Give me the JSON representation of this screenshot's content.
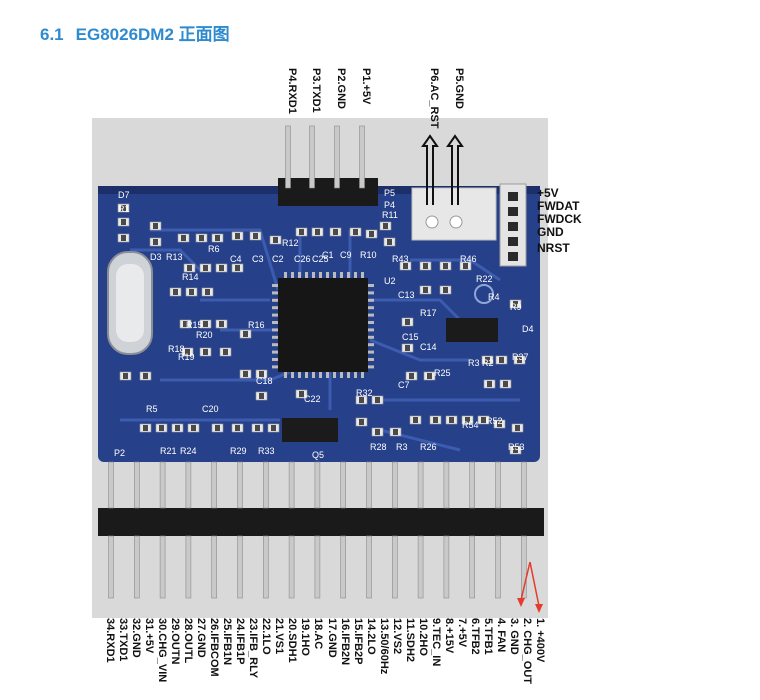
{
  "heading": {
    "number": "6.1",
    "title": "EG8026DM2 正面图"
  },
  "top_header_labels": [
    "P4.RXD1",
    "P3.TXD1",
    "P2.GND",
    "P1.+5V",
    "P6.AC_RST",
    "P5.GND"
  ],
  "side_labels": [
    "+5V",
    "FWDAT",
    "FWDCK",
    "GND",
    "NRST"
  ],
  "bottom_pin_labels": [
    "34.RXD1",
    "33.TXD1",
    "32.GND",
    "31.+5V",
    "30.CHG_VIN",
    "29.OUTN",
    "28.OUTL",
    "27.GND",
    "26.IFBCOM",
    "25.IFB1N",
    "24.IFB1P",
    "23.IFB_RLY",
    "22.1LO",
    "21.VS1",
    "20.SDH1",
    "19.1HO",
    "18.AC",
    "17.GND",
    "16.IFB2N",
    "15.IFB2P",
    "14.2LO",
    "13.50/60Hz",
    "12.VS2",
    "11.SDH2",
    "10.2HO",
    "9.TEC_IN",
    "8.+15V",
    "7.+5V",
    "6.TFB2",
    "5.TFB1",
    "4. FAN",
    "3. GND",
    "2. CHG_OUT",
    "1. +400V"
  ],
  "silkscreen": [
    "D7",
    "R1",
    "D3",
    "R13",
    "R14",
    "R6",
    "C4",
    "C3",
    "C2",
    "R12",
    "C26",
    "C25",
    "C1",
    "C9",
    "R10",
    "R11",
    "P5",
    "P4",
    "R43",
    "R46",
    "R22",
    "R17",
    "R9",
    "C13",
    "C15",
    "C14",
    "D4",
    "R15",
    "R16",
    "R20",
    "R18",
    "R19",
    "C18",
    "R2",
    "R3",
    "R37",
    "C7",
    "R25",
    "C22",
    "R32",
    "R5",
    "C20",
    "R28",
    "R3",
    "R26",
    "R52",
    "R54",
    "R53",
    "P2",
    "R21",
    "R24",
    "R29",
    "R33",
    "Q5",
    "U2",
    "R4"
  ],
  "colors": {
    "heading": "#2e8bd0",
    "pcb": "#26408a",
    "pcb_dark": "#1c2f6a",
    "trace": "#3c5cb0",
    "pin_metal": "#c9c9c9",
    "plastic": "#1a1a1a",
    "arrow_red": "#e53b2c"
  }
}
